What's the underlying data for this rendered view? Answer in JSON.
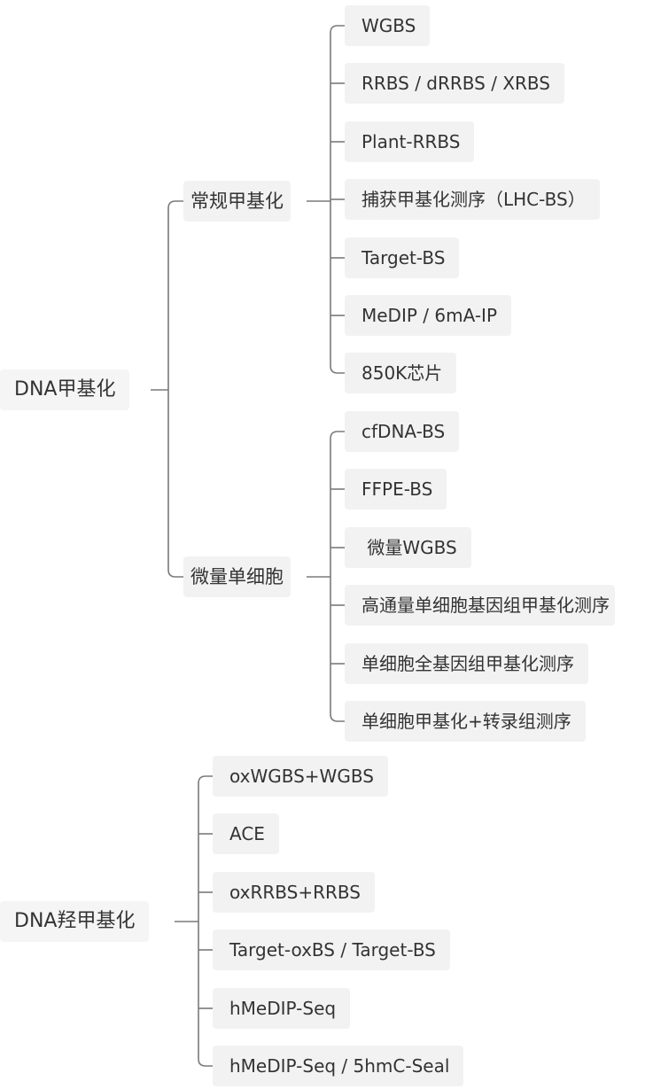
{
  "mindmap": {
    "root_methylation": {
      "label": "DNA甲基化",
      "branches": [
        {
          "label": "常规甲基化",
          "items": [
            "WGBS",
            "RRBS / dRRBS / XRBS",
            "Plant-RRBS",
            "捕获甲基化测序（LHC-BS）",
            "Target-BS",
            "MeDIP / 6mA-IP",
            "850K芯片"
          ]
        },
        {
          "label": "微量单细胞",
          "items": [
            "cfDNA-BS",
            "FFPE-BS",
            " 微量WGBS",
            "高通量单细胞基因组甲基化测序",
            "单细胞全基因组甲基化测序",
            "单细胞甲基化+转录组测序"
          ]
        }
      ]
    },
    "root_hydroxymethylation": {
      "label": "DNA羟甲基化",
      "items": [
        "oxWGBS+WGBS",
        "ACE",
        "oxRRBS+RRBS",
        "Target-oxBS / Target-BS",
        "hMeDIP-Seq",
        "hMeDIP-Seq / 5hmC-Seal"
      ]
    }
  },
  "colors": {
    "node_bg": "#f2f2f2",
    "line": "#7a7a7a",
    "text": "#333333"
  }
}
